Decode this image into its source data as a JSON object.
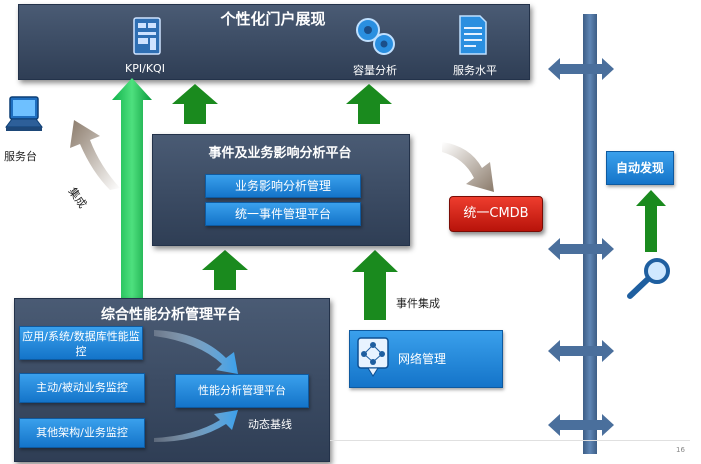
{
  "portal": {
    "title": "个性化门户展现",
    "kpi_label": "KPI/KQI",
    "capacity_label": "容量分析",
    "service_level_label": "服务水平"
  },
  "service_desk": {
    "label": "服务台"
  },
  "integration_label": "集成",
  "event_platform": {
    "title": "事件及业务影响分析平台",
    "items": [
      "业务影响分析管理",
      "统一事件管理平台"
    ]
  },
  "cmdb": {
    "label": "统一CMDB"
  },
  "auto_discovery": {
    "label": "自动发现"
  },
  "event_integration_label": "事件集成",
  "network": {
    "label": "网络管理"
  },
  "perf_platform": {
    "title": "综合性能分析管理平台",
    "items": [
      "应用/系统/数据库性能监控",
      "主动/被动业务监控",
      "其他架构/业务监控"
    ],
    "manager": "性能分析管理平台",
    "baseline_label": "动态基线"
  },
  "page_number": "16"
}
